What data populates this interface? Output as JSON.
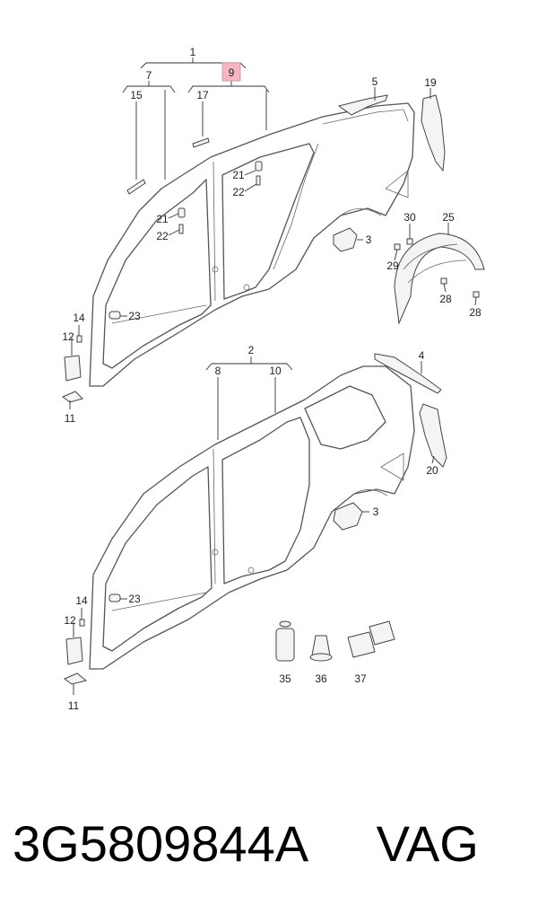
{
  "callouts": {
    "c1": "1",
    "c7": "7",
    "c9": "9",
    "c15": "15",
    "c17": "17",
    "c5": "5",
    "c19": "19",
    "c21a": "21",
    "c22a": "22",
    "c21b": "21",
    "c22b": "22",
    "c3a": "3",
    "c30": "30",
    "c25": "25",
    "c29": "29",
    "c28a": "28",
    "c28b": "28",
    "c14a": "14",
    "c12a": "12",
    "c23a": "23",
    "c11a": "11",
    "c2": "2",
    "c8": "8",
    "c10": "10",
    "c4": "4",
    "c20": "20",
    "c3b": "3",
    "c14b": "14",
    "c12b": "12",
    "c23b": "23",
    "c11b": "11",
    "c35": "35",
    "c36": "36",
    "c37": "37"
  },
  "highlight_color": "#f4b7c0",
  "caption": {
    "part_number": "3G5809844A",
    "brand": "VAG"
  }
}
